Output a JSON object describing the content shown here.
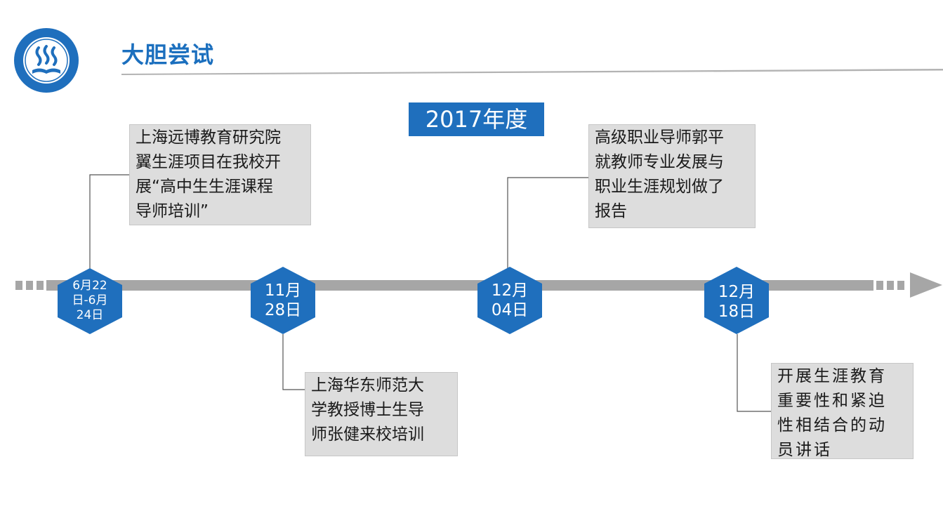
{
  "header": {
    "title": "大胆尝试"
  },
  "logo": {
    "icon": "school-logo-icon",
    "colors": {
      "ring": "#1f6fbd",
      "inner": "#ffffff"
    }
  },
  "timeline": {
    "year_label": "2017年度",
    "accent_color": "#1f6fbd",
    "axis_color": "#a6a6a6",
    "box_color": "#dddddd",
    "events": [
      {
        "date_lines": [
          "6月22",
          "日-6月",
          "24日"
        ],
        "text_lines": [
          "上海远博教育研究院",
          "翼生涯项目在我校开",
          "展“高中生生涯课程",
          "导师培训”"
        ]
      },
      {
        "date_lines": [
          "11月",
          "28日"
        ],
        "text_lines": [
          "上海华东师范大",
          "学教授博士生导",
          "师张健来校培训"
        ]
      },
      {
        "date_lines": [
          "12月",
          "04日"
        ],
        "text_lines": [
          "高级职业导师郭平",
          "就教师专业发展与",
          "职业生涯规划做了",
          "报告"
        ]
      },
      {
        "date_lines": [
          "12月",
          "18日"
        ],
        "text_lines": [
          "开展生涯教育",
          "重要性和紧迫",
          "性相结合的动",
          "员讲话"
        ]
      }
    ]
  }
}
